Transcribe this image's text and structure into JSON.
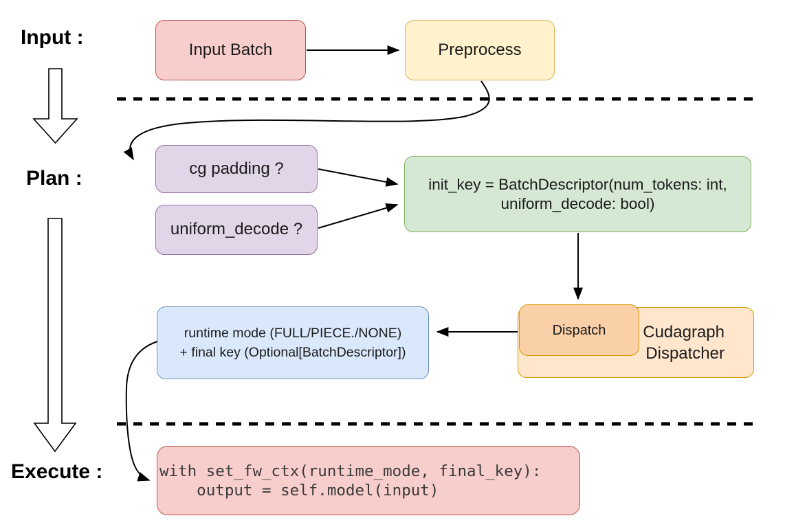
{
  "section_labels": {
    "input": "Input :",
    "plan": "Plan :",
    "execute": "Execute :"
  },
  "nodes": {
    "input_batch": {
      "label": "Input Batch"
    },
    "preprocess": {
      "label": "Preprocess"
    },
    "cg_padding": {
      "label": "cg padding ?"
    },
    "uniform_decode": {
      "label": "uniform_decode ?"
    },
    "init_key": {
      "line1": "init_key = BatchDescriptor(num_tokens: int,",
      "line2": "uniform_decode: bool)"
    },
    "runtime": {
      "line1": "runtime mode (FULL/PIECE./NONE)",
      "line2": "+ final key (Optional[BatchDescriptor])"
    },
    "dispatch": {
      "label": "Dispatch"
    },
    "dispatcher": {
      "line1": "Cudagraph",
      "line2": "Dispatcher"
    },
    "execute_code": {
      "line1": "with set_fw_ctx(runtime_mode, final_key):",
      "line2": "    output = self.model(input)"
    }
  },
  "colors": {
    "red_fill": "#f8cecc",
    "red_stroke": "#b85450",
    "yellow_fill": "#fff2cc",
    "yellow_stroke": "#d6b656",
    "purple_fill": "#e1d5e7",
    "purple_stroke": "#9673a6",
    "green_fill": "#d5e8d4",
    "green_stroke": "#82b366",
    "blue_fill": "#dae8fc",
    "blue_stroke": "#6c8ebf",
    "orange_light_fill": "#ffe6cc",
    "orange_dark_fill": "#fad0a8",
    "orange_stroke": "#d79b00",
    "arrow": "#000000"
  }
}
